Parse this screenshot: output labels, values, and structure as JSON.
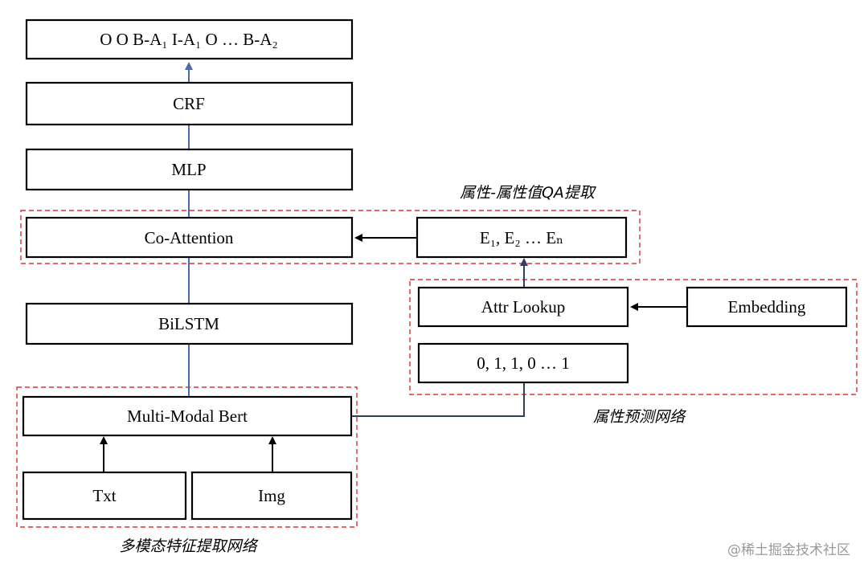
{
  "nodes": {
    "output_seq": "O O B-A₁ I-A₁ O … B-A₂",
    "crf": "CRF",
    "mlp": "MLP",
    "co_attention": "Co-Attention",
    "embeddings_seq": "E₁, E₂ … Eₙ",
    "bilstm": "BiLSTM",
    "attr_lookup": "Attr Lookup",
    "embedding": "Embedding",
    "binary_vector": "0, 1, 1, 0 … 1",
    "multimodal_bert": "Multi-Modal Bert",
    "txt": "Txt",
    "img": "Img"
  },
  "groups": {
    "qa_extraction": "属性-属性值QA提取",
    "attr_prediction": "属性预测网络",
    "multimodal_extraction": "多模态特征提取网络"
  },
  "watermark": "@稀土掘金技术社区",
  "colors": {
    "box_stroke": "#000000",
    "group_dash": "#e0322b",
    "connector_blue": "#4a6aa8",
    "watermark": "#9a9a9a"
  }
}
